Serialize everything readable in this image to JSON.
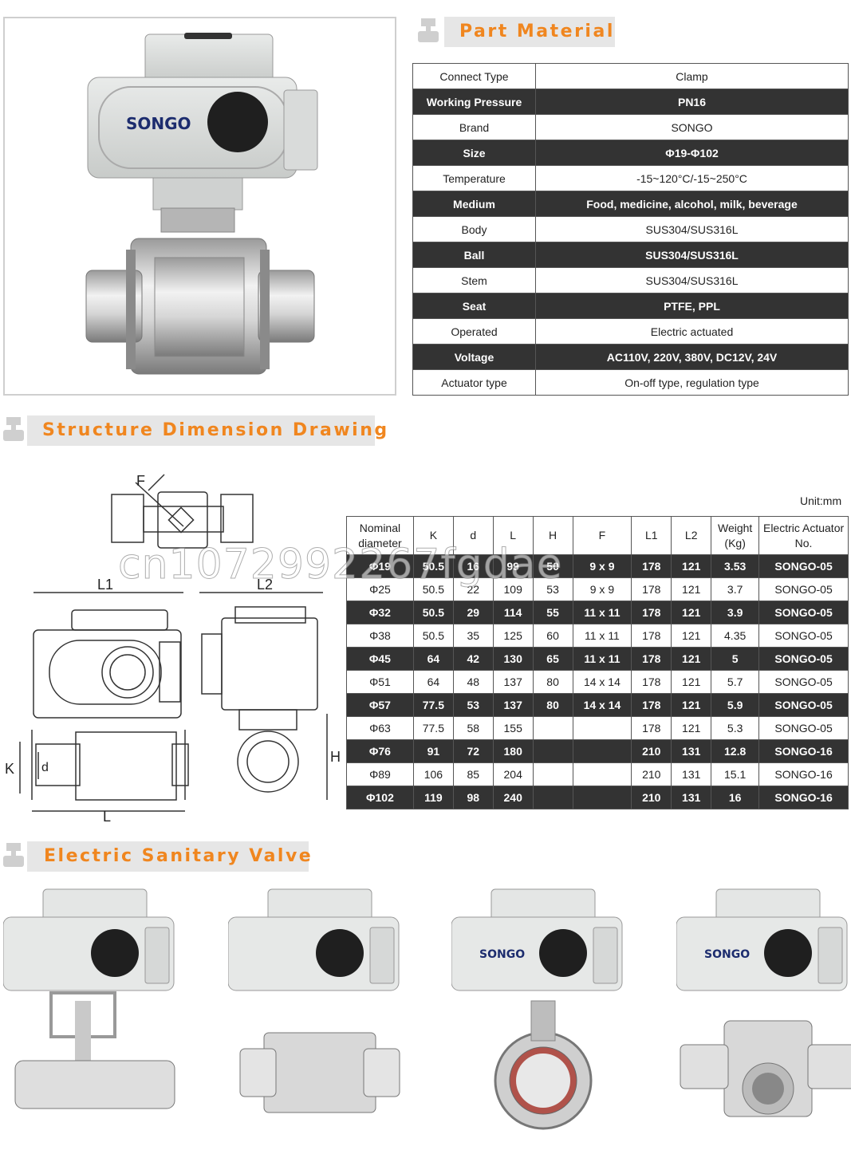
{
  "hero": {
    "brand_logo": "SONGO"
  },
  "sections": {
    "part_material": "Part Material",
    "structure_drawing": "Structure Dimension Drawing",
    "electric_valve": "Electric Sanitary Valve"
  },
  "material_table": [
    [
      "Connect Type",
      "Clamp"
    ],
    [
      "Working Pressure",
      "PN16"
    ],
    [
      "Brand",
      "SONGO"
    ],
    [
      "Size",
      "Φ19-Φ102"
    ],
    [
      "Temperature",
      "-15~120°C/-15~250°C"
    ],
    [
      "Medium",
      "Food, medicine, alcohol, milk, beverage"
    ],
    [
      "Body",
      "SUS304/SUS316L"
    ],
    [
      "Ball",
      "SUS304/SUS316L"
    ],
    [
      "Stem",
      "SUS304/SUS316L"
    ],
    [
      "Seat",
      "PTFE, PPL"
    ],
    [
      "Operated",
      "Electric actuated"
    ],
    [
      "Voltage",
      "AC110V, 220V, 380V, DC12V, 24V"
    ],
    [
      "Actuator type",
      "On-off type, regulation type"
    ]
  ],
  "unit_label": "Unit:mm",
  "drawing_labels": {
    "F": "F",
    "L1": "L1",
    "L2": "L2",
    "K": "K",
    "d": "d",
    "L": "L",
    "H": "H"
  },
  "dimension_table": {
    "headers": [
      "Nominal diameter",
      "K",
      "d",
      "L",
      "H",
      "F",
      "L1",
      "L2",
      "Weight (Kg)",
      "Electric Actuator No."
    ],
    "rows": [
      [
        "Φ19",
        "50.5",
        "16",
        "99",
        "50",
        "9 x 9",
        "178",
        "121",
        "3.53",
        "SONGO-05"
      ],
      [
        "Φ25",
        "50.5",
        "22",
        "109",
        "53",
        "9 x 9",
        "178",
        "121",
        "3.7",
        "SONGO-05"
      ],
      [
        "Φ32",
        "50.5",
        "29",
        "114",
        "55",
        "11 x 11",
        "178",
        "121",
        "3.9",
        "SONGO-05"
      ],
      [
        "Φ38",
        "50.5",
        "35",
        "125",
        "60",
        "11 x 11",
        "178",
        "121",
        "4.35",
        "SONGO-05"
      ],
      [
        "Φ45",
        "64",
        "42",
        "130",
        "65",
        "11 x 11",
        "178",
        "121",
        "5",
        "SONGO-05"
      ],
      [
        "Φ51",
        "64",
        "48",
        "137",
        "80",
        "14 x 14",
        "178",
        "121",
        "5.7",
        "SONGO-05"
      ],
      [
        "Φ57",
        "77.5",
        "53",
        "137",
        "80",
        "14 x 14",
        "178",
        "121",
        "5.9",
        "SONGO-05"
      ],
      [
        "Φ63",
        "77.5",
        "58",
        "155",
        "",
        "",
        "178",
        "121",
        "5.3",
        "SONGO-05"
      ],
      [
        "Φ76",
        "91",
        "72",
        "180",
        "",
        "",
        "210",
        "131",
        "12.8",
        "SONGO-16"
      ],
      [
        "Φ89",
        "106",
        "85",
        "204",
        "",
        "",
        "210",
        "131",
        "15.1",
        "SONGO-16"
      ],
      [
        "Φ102",
        "119",
        "98",
        "240",
        "",
        "",
        "210",
        "131",
        "16",
        "SONGO-16"
      ]
    ]
  },
  "watermark": "cn1072992267fgdae",
  "valve_gallery": [
    {
      "type": "two-piece ball valve",
      "logo": ""
    },
    {
      "type": "three-piece ball valve",
      "logo": ""
    },
    {
      "type": "butterfly valve",
      "logo": "SONGO"
    },
    {
      "type": "three-way ball valve",
      "logo": "SONGO"
    }
  ],
  "colors": {
    "accent": "#f0861f",
    "dark_row": "#333333",
    "header_bar": "#e6e6e6"
  }
}
